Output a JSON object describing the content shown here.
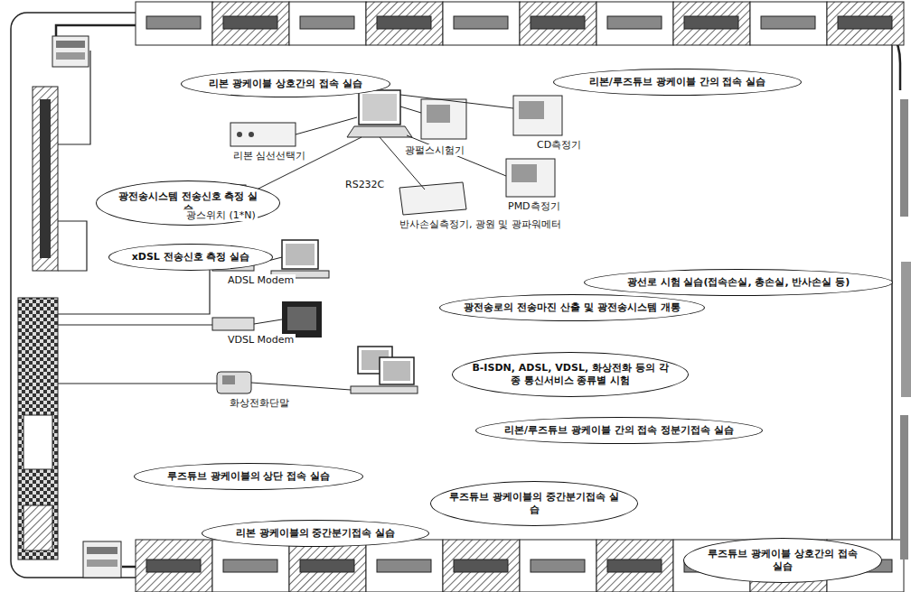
{
  "diagram": {
    "nodes": [
      {
        "text": [
          "리본 광케이블 상호간의 접속 실습"
        ]
      },
      {
        "text": [
          "리본/루즈튜브 광케이블 간의 접속 실습"
        ]
      },
      {
        "text": [
          "광전송시스템 전송신호 측정 실습"
        ]
      },
      {
        "text": [
          "xDSL 전송신호 측정 실습"
        ]
      },
      {
        "text": [
          "광선로 시험 실습(접속손실, 총손실, 반사손실 등)"
        ]
      },
      {
        "text": [
          "광전송로의 전송마진 산출 및 광전송시스템 개통"
        ]
      },
      {
        "text": [
          "B-ISDN, ADSL, VDSL, 화상전화 등의 각종 통신서비스 종류별 시험"
        ]
      },
      {
        "text": [
          "리본/루즈튜브 광케이블 간의 접속 정분기접속 실습"
        ]
      },
      {
        "text": [
          "루즈튜브 광케이블의 상단 접속 실습"
        ]
      },
      {
        "text": [
          "루즈튜브 광케이블의 중간분기접속 실습"
        ]
      },
      {
        "text": [
          "리본 광케이블의 중간분기접속 실습"
        ]
      },
      {
        "text": [
          "루즈튜브 광케이블 상호간의 접속 실습"
        ]
      }
    ],
    "labels": [
      "리본 심선선택기",
      "광펄스시험기",
      "CD측정기",
      "RS232C",
      "PMD측정기",
      "광스위치 (1*N)",
      "반사손실측정기, 광원 및 광파워메터",
      "ADSL Modem",
      "VDSL Modem",
      "화상전화단말"
    ]
  }
}
